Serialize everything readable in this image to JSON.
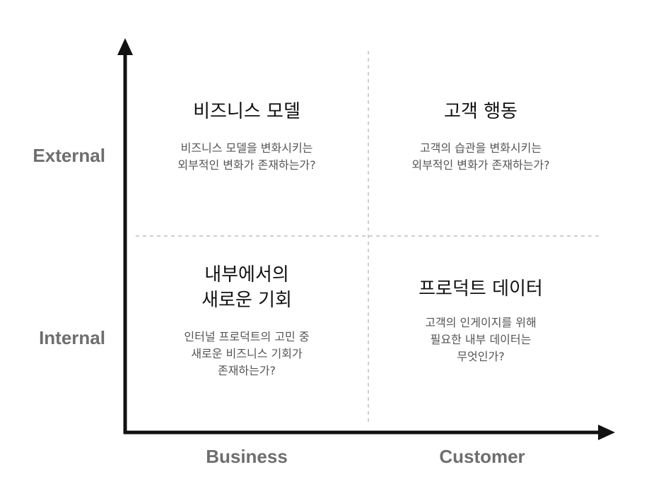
{
  "y_axis": {
    "upper_label": "External",
    "lower_label": "Internal"
  },
  "x_axis": {
    "left_label": "Business",
    "right_label": "Customer"
  },
  "quadrants": {
    "top_left": {
      "title": "비즈니스 모델",
      "description": "비즈니스 모델을 변화시키는\n외부적인 변화가 존재하는가?"
    },
    "top_right": {
      "title": "고객 행동",
      "description": "고객의 습관을 변화시키는\n외부적인 변화가 존재하는가?"
    },
    "bottom_left": {
      "title": "내부에서의\n새로운 기회",
      "description": "인터널 프로덕트의 고민 중\n새로운 비즈니스 기회가\n존재하는가?"
    },
    "bottom_right": {
      "title": "프로덕트 데이터",
      "description": "고객의 인게이지를 위해\n필요한 내부 데이터는\n무엇인가?"
    }
  },
  "colors": {
    "axis": "#111111",
    "divider": "#cfcfcf",
    "axis_label": "#6e6e6e",
    "title": "#111111",
    "description": "#555555"
  }
}
